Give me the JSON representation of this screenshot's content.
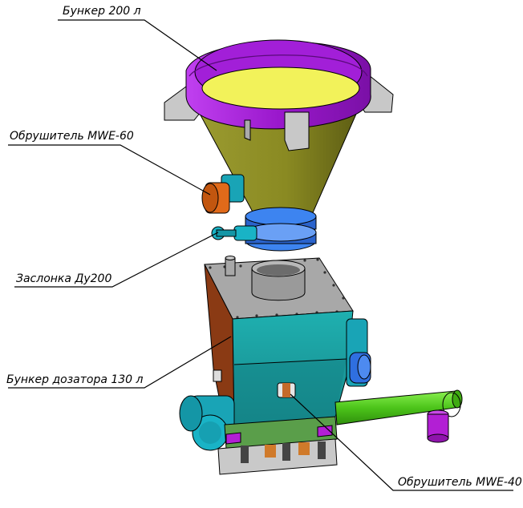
{
  "callouts": {
    "hopper_200": "Бункер 200 л",
    "crusher_mwe60": "Обрушитель MWE-60",
    "gate_du200": "Заслонка Ду200",
    "dosing_hopper_130": "Бункер дозатора 130 л",
    "crusher_mwe40": "Обрушитель MWE-40"
  },
  "colors": {
    "hopper_rim": "#a21fd8",
    "hopper_cone": "#8f8f2a",
    "hopper_inner": "#f2f25a",
    "dosing_body": "#1fa3a3",
    "dosing_side": "#8a3a14",
    "motor_cyan": "#19b3c6",
    "motor_orange": "#e06a1a",
    "motor_blue": "#2f6fe0",
    "screw_tube": "#5ed11a",
    "outlet_purple": "#b21fd4",
    "frame_grey": "#9a9a9a"
  },
  "icons": [
    "hopper-200-icon",
    "crusher-mwe60-icon",
    "gate-du200-icon",
    "dosing-hopper-icon",
    "crusher-mwe40-icon",
    "screw-conveyor-icon"
  ]
}
